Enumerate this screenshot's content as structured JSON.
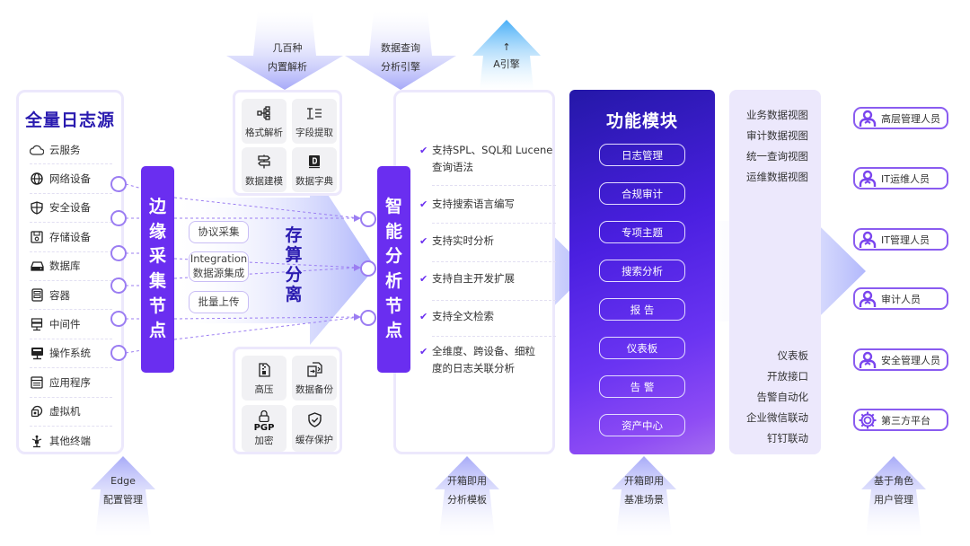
{
  "sources": {
    "title": "全量日志源",
    "items": [
      {
        "label": "云服务",
        "icon": "cloud-icon"
      },
      {
        "label": "网络设备",
        "icon": "globe-icon"
      },
      {
        "label": "安全设备",
        "icon": "shield-icon"
      },
      {
        "label": "存储设备",
        "icon": "storage-icon"
      },
      {
        "label": "数据库",
        "icon": "database-icon"
      },
      {
        "label": "容器",
        "icon": "container-icon"
      },
      {
        "label": "中间件",
        "icon": "middleware-icon"
      },
      {
        "label": "操作系统",
        "icon": "os-icon"
      },
      {
        "label": "应用程序",
        "icon": "application-icon"
      },
      {
        "label": "虚拟机",
        "icon": "vm-icon"
      },
      {
        "label": "其他终端",
        "icon": "terminal-icon"
      }
    ]
  },
  "edge_node": {
    "label": "边缘采集节点",
    "chars": [
      "边",
      "缘",
      "采",
      "集",
      "节",
      "点"
    ]
  },
  "collection": {
    "pills": [
      {
        "line1": "协议采集",
        "line2": ""
      },
      {
        "line1": "Integration",
        "line2": "数据源集成"
      },
      {
        "line1": "批量上传",
        "line2": ""
      }
    ],
    "separation_label": "存算分离"
  },
  "parsing": {
    "arrow_label": [
      "几百种",
      "内置解析"
    ],
    "tiles": [
      {
        "label": "格式解析",
        "icon": "tree-structure-icon"
      },
      {
        "label": "字段提取",
        "icon": "text-extract-icon"
      },
      {
        "label": "数据建模",
        "icon": "signpost-icon"
      },
      {
        "label": "数据字典",
        "icon": "dictionary-icon"
      }
    ]
  },
  "storage": {
    "tiles": [
      {
        "label": "高压",
        "icon": "compressed-file-icon",
        "sub": ""
      },
      {
        "label": "数据备份",
        "icon": "backup-icon",
        "sub": ""
      },
      {
        "label": "加密",
        "icon": "lock-icon",
        "sub": "PGP"
      },
      {
        "label": "缓存保护",
        "icon": "shield-check-icon",
        "sub": ""
      }
    ]
  },
  "analysis_node": {
    "label": "智能分析节点",
    "chars": [
      "智",
      "能",
      "分",
      "析",
      "节",
      "点"
    ]
  },
  "query_engine": {
    "arrow_label": [
      "数据查询",
      "分析引擎"
    ]
  },
  "ai_engine": {
    "arrow_label": [
      "↑",
      "A引擎"
    ]
  },
  "features": [
    {
      "text": "支持SPL、SQL和 Lucene查询语法"
    },
    {
      "text": "支持搜索语言编写"
    },
    {
      "text": "支持实时分析"
    },
    {
      "text": "支持自主开发扩展"
    },
    {
      "text": "支持全文检索"
    },
    {
      "text": "全维度、跨设备、细粒度的日志关联分析"
    }
  ],
  "modules": {
    "title": "功能模块",
    "items": [
      "日志管理",
      "合规审计",
      "专项主题",
      "搜索分析",
      "报 告",
      "仪表板",
      "告 警",
      "资产中心"
    ]
  },
  "views": {
    "top": [
      "业务数据视图",
      "审计数据视图",
      "统一查询视图",
      "运维数据视图"
    ],
    "bottom": [
      "仪表板",
      "开放接口",
      "告警自动化",
      "企业微信联动",
      "钉钉联动"
    ]
  },
  "roles": [
    {
      "label": "高层管理人员",
      "icon": "user-icon"
    },
    {
      "label": "IT运维人员",
      "icon": "user-icon"
    },
    {
      "label": "IT管理人员",
      "icon": "user-icon"
    },
    {
      "label": "审计人员",
      "icon": "user-icon"
    },
    {
      "label": "安全管理人员",
      "icon": "user-icon"
    },
    {
      "label": "第三方平台",
      "icon": "gear-icon"
    }
  ],
  "bottom_arrows": [
    {
      "line1": "Edge",
      "line2": "配置管理"
    },
    {
      "line1": "开箱即用",
      "line2": "分析模板"
    },
    {
      "line1": "开箱即用",
      "line2": "基准场景"
    },
    {
      "line1": "基于角色",
      "line2": "用户管理"
    }
  ],
  "colors": {
    "primary_purple": "#6a2ef0",
    "title_navy": "#2a1bb0",
    "panel_border": "#ece8fc",
    "light_arrow": "#b7b9fa",
    "ai_arrow": "#5ab8f8"
  }
}
